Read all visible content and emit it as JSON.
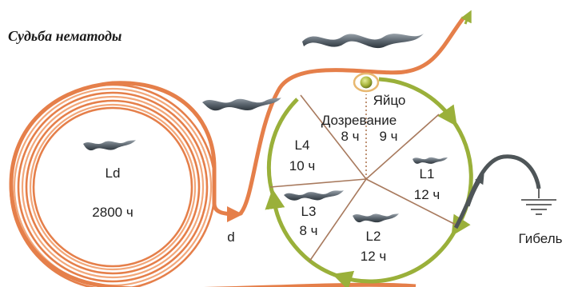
{
  "title": "Судьба нематоды",
  "colors": {
    "orange": "#e57f4a",
    "orange_light": "#f2a77a",
    "green": "#9ab03a",
    "divider": "#a87a5e",
    "dotted": "#b07a55",
    "death_path": "#4e5558",
    "ground": "#555555",
    "egg": "#a6b33a",
    "egg_ring": "#e8b870"
  },
  "dauer": {
    "label": "Ld",
    "duration": "2800 ч"
  },
  "entry_label": "d",
  "stages": [
    {
      "id": "egg",
      "label": "Яйцо"
    },
    {
      "id": "maturation",
      "label": "Дозревание",
      "duration_a": "8 ч",
      "duration_b": "9 ч"
    },
    {
      "id": "L1",
      "label": "L1",
      "duration": "12 ч"
    },
    {
      "id": "L2",
      "label": "L2",
      "duration": "12 ч"
    },
    {
      "id": "L3",
      "label": "L3",
      "duration": "8 ч"
    },
    {
      "id": "L4",
      "label": "L4",
      "duration": "10 ч"
    }
  ],
  "death_label": "Гибель",
  "icons": [
    "worm-icon",
    "egg-icon",
    "ground-icon",
    "arrow-icon"
  ]
}
